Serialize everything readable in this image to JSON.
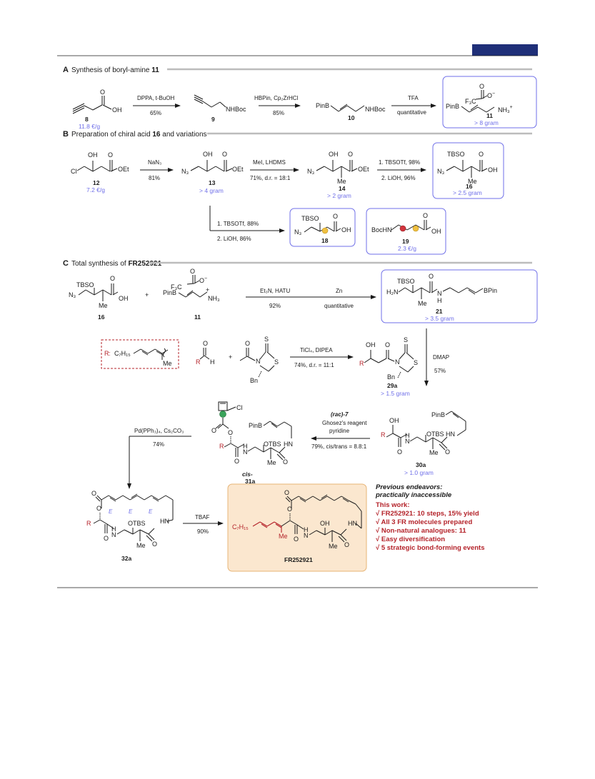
{
  "sections": {
    "A": {
      "letter": "A",
      "title_prefix": "Synthesis of boryl-amine ",
      "title_bold": "11"
    },
    "B": {
      "letter": "B",
      "title_prefix": "Preparation of chiral acid ",
      "title_bold": "16",
      "title_suffix": " and variations"
    },
    "C": {
      "letter": "C",
      "title_prefix": "Total synthesis of ",
      "title_bold": "FR252921"
    }
  },
  "compounds": {
    "c8": {
      "label": "8",
      "note": "11.8 €/g"
    },
    "c9": {
      "label": "9"
    },
    "c10": {
      "label": "10"
    },
    "c11": {
      "label": "11",
      "note": "> 8 gram"
    },
    "c12": {
      "label": "12",
      "note": "7.2 €/g"
    },
    "c13": {
      "label": "13",
      "note": "> 4 gram"
    },
    "c14": {
      "label": "14",
      "note": "> 2 gram"
    },
    "c16": {
      "label": "16",
      "note": "> 2.5 gram"
    },
    "c18": {
      "label": "18"
    },
    "c19": {
      "label": "19",
      "note": "2.3 €/g"
    },
    "c16b": {
      "label": "16"
    },
    "c11b": {
      "label": "11"
    },
    "c21": {
      "label": "21",
      "note": "> 3.5 gram"
    },
    "c29a": {
      "label": "29a",
      "note": "> 1.5 gram"
    },
    "c30a": {
      "label": "30a",
      "note": "> 1.0 gram"
    },
    "c31a": {
      "label_1": "cis-",
      "label_2": "31a"
    },
    "c32a": {
      "label": "32a"
    },
    "fr": {
      "label": "FR252921"
    }
  },
  "atoms": {
    "OH": "OH",
    "O": "O",
    "NHBoc": "NHBoc",
    "PinB": "PinB",
    "BPin": "BPin",
    "F3C": "F₃C",
    "NH3": "NH₃",
    "Cl": "Cl",
    "OEt": "OEt",
    "N3": "N₃",
    "TBSO": "TBSO",
    "Me": "Me",
    "BocHN": "BocHN",
    "H2N": "H₂N",
    "H": "H",
    "N": "N",
    "S": "S",
    "Bn": "Bn",
    "R": "R",
    "C7H15": "C₇H₁₅",
    "HN": "HN",
    "OTBS": "OTBS",
    "E": "E",
    "plus": "+",
    "charge_minus": "−",
    "charge_plus": "+",
    "colon": ":"
  },
  "reagents": {
    "a1_top": "DPPA, t-BuOH",
    "a1_bot": "65%",
    "a2_top": "HBPin, Cp₂ZrHCl",
    "a2_bot": "85%",
    "a3_top": "TFA",
    "a3_bot": "quantitative",
    "b1_top": "NaN₃",
    "b1_bot": "81%",
    "b2_top": "MeI, LHDMS",
    "b2_bot": "71%, d.r. = 18:1",
    "b3_top": "1. TBSOTf, 98%",
    "b3_bot": "2. LiOH, 96%",
    "b4_top": "1. TBSOTf,   88%",
    "b4_bot": "2. LiOH, 86%",
    "c1_top": "Et₃N, HATU",
    "c1_bot": "92%",
    "c2_top": "Zn",
    "c2_bot": "quantitative",
    "c3_top": "TiCl₄, DIPEA",
    "c3_bot": "74%, d.r. = 11:1",
    "c4_top": "DMAP",
    "c4_bot": "57%",
    "c5_l1": "(rac)-7",
    "c5_l2": "Ghosez's reagent",
    "c5_l3": "pyridine",
    "c5_bot": "79%, cis/trans  = 8.8:1",
    "c6_top": "Pd(PPh₃)₄, Cs₂CO₃",
    "c6_bot": "74%",
    "c7_top": "TBAF",
    "c7_bot": "90%"
  },
  "summary": {
    "previous_1": "Previous endeavors:",
    "previous_2": "practically inaccessible",
    "this_work": "This work:",
    "items": [
      "√ FR252921: 10 steps, 15% yield",
      "√ All 3 FR molecules prepared",
      "√ Non-natural analogues: 11",
      "√ Easy diversification",
      "√ 5 strategic bond-forming events"
    ]
  },
  "colors": {
    "accent_blue": "#6f6fe8",
    "box_border": "#6f6fe8",
    "red": "#b4232a",
    "fr_box_fill": "#fbe7cf",
    "fr_box_border": "#e7b476",
    "header_bar": "#1f2f78",
    "rule_gray": "#bcbcbc",
    "yellow_dot": "#f0c040",
    "red_dot": "#d2343c",
    "green_dot": "#3aa35a"
  }
}
